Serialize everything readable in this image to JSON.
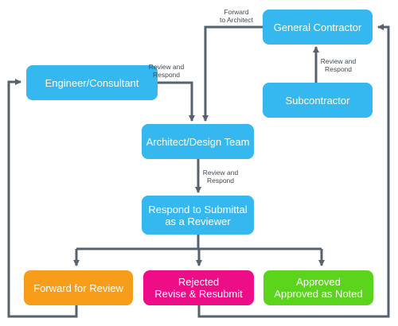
{
  "colors": {
    "node_blue": "#35b8ef",
    "node_orange": "#f89d1a",
    "node_pink": "#ec0d87",
    "node_green": "#5ad51b",
    "connector": "#56626d"
  },
  "nodes": {
    "general_contractor": {
      "label": "General Contractor"
    },
    "engineer_consultant": {
      "label": "Engineer/Consultant"
    },
    "subcontractor": {
      "label": "Subcontractor"
    },
    "architect_design_team": {
      "label": "Architect/Design Team"
    },
    "respond_to_submittal": {
      "line1": "Respond to Submittal",
      "line2": "as a Reviewer"
    },
    "forward_for_review": {
      "label": "Forward for Review"
    },
    "rejected": {
      "line1": "Rejected",
      "line2": "Revise & Resubmit"
    },
    "approved": {
      "line1": "Approved",
      "line2": "Approved as Noted"
    }
  },
  "edge_labels": {
    "forward_to_architect": {
      "line1": "Forward",
      "line2": "to Architect"
    },
    "engineer_review": {
      "line1": "Review and",
      "line2": "Respond"
    },
    "subcontractor_review": {
      "line1": "Review and",
      "line2": "Respond"
    },
    "architect_review": {
      "line1": "Review and",
      "line2": "Respond"
    }
  }
}
